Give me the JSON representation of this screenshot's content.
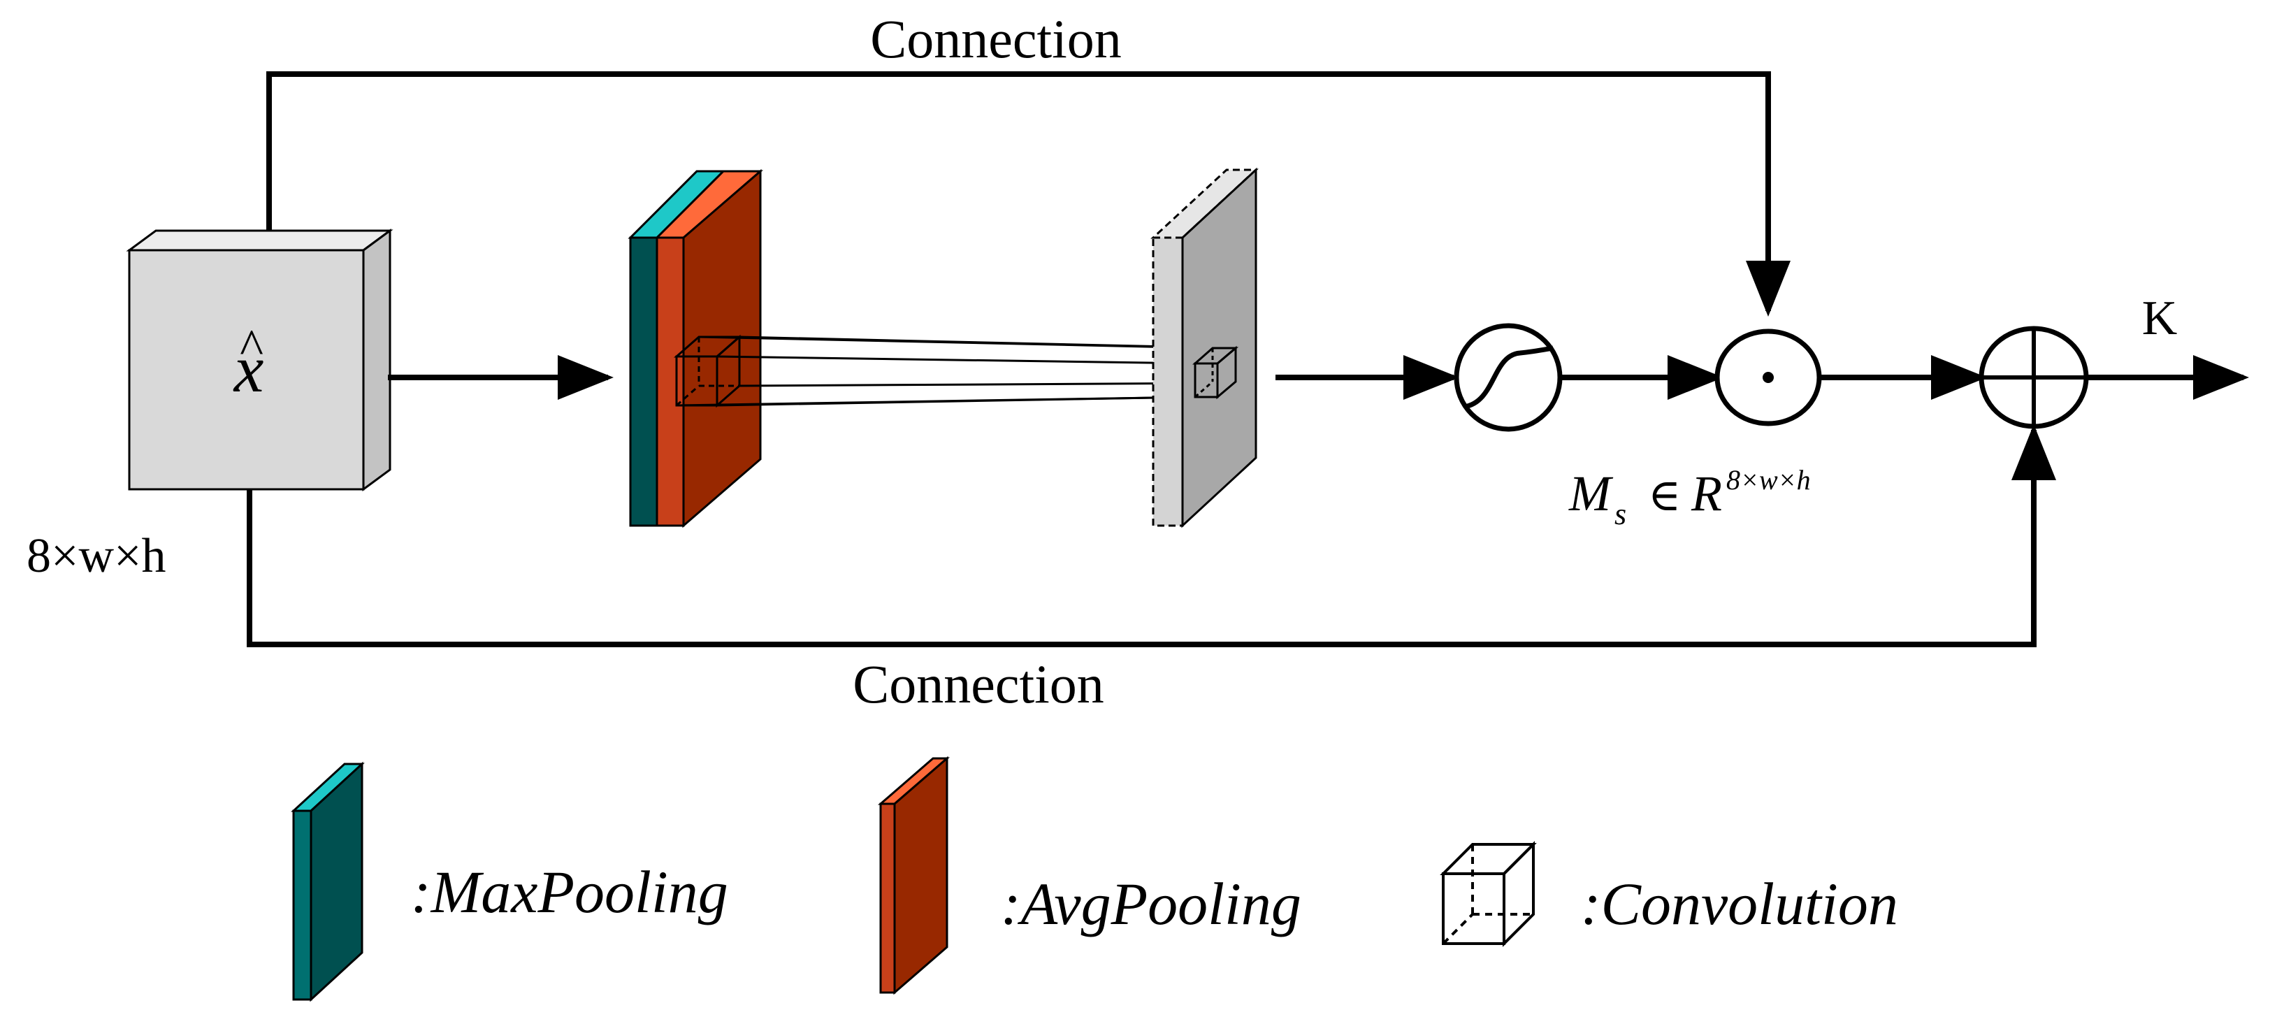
{
  "labels": {
    "top_connection": "Connection",
    "bottom_connection": "Connection",
    "input_symbol": "x",
    "input_hat": "^",
    "input_shape": "8×w×h",
    "output": "K",
    "mask_m": "M",
    "mask_sub": "s",
    "mask_in": "∈",
    "mask_r": "R",
    "mask_sup": "8×w×h"
  },
  "legend": {
    "maxpool": ":MaxPooling",
    "avgpool": ":AvgPooling",
    "conv": ":Convolution"
  },
  "colors": {
    "maxpool_front": "#005050",
    "maxpool_top": "#1ec8c8",
    "avgpool_front": "#982800",
    "avgpool_top": "#ff6a3a",
    "input_front": "#d9d9d9",
    "input_side": "#c3c3c3",
    "conv_map_front": "#a8a8a8",
    "conv_map_side": "#d4d4d4",
    "line": "#000000"
  }
}
